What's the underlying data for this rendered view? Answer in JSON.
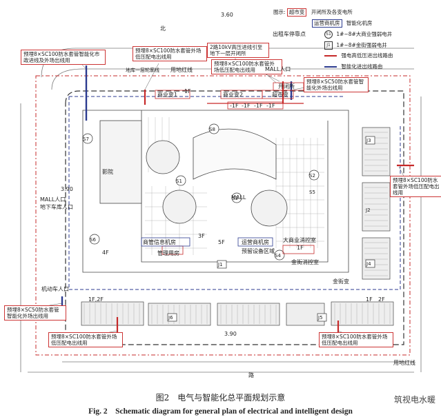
{
  "legend": {
    "title": "图示:",
    "items": [
      {
        "box": "超市变",
        "text": "开闭所及各变电所",
        "kind": "box-red"
      },
      {
        "box": "运营商机房",
        "text": "智能化机房",
        "kind": "box-blue"
      },
      {
        "mark": "S1",
        "text": "1#~8#大商业强弱电井",
        "kind": "circle"
      },
      {
        "mark": "J1",
        "text": "1#~8#金街强弱电井",
        "kind": "square"
      },
      {
        "text": "强电高低压进出线路由",
        "kind": "line-red"
      },
      {
        "text": "智能化进出线路由",
        "kind": "line-blue"
      }
    ]
  },
  "labels": {
    "north_elev": "3.60",
    "south_elev": "3.90",
    "west_elev": "3.90",
    "parking_entrance_top": "出租车停靠点",
    "mall_entrance_top": "MALL人口",
    "north_road": "北",
    "south_road": "路",
    "land_redline_top": "用地红线",
    "land_redline_bottom": "用地红线",
    "substation_business1": "商业变1",
    "substation_business2": "商业变2",
    "substation_supermarket": "超市变",
    "switch_station": "开闭所",
    "floor_1f_a": "-1F",
    "floor_1f_b": "-1F",
    "floor_1f_c": "-1F",
    "floor_1f_d": "-1F",
    "floor_1f_e": "1F",
    "property_room": "商管信息机房",
    "operator_room": "运营商机房",
    "management_room": "管理用房",
    "reserved_equipment": "预留设备区域",
    "fire_control_room": "大商业消控室",
    "gold_street_fire_control": "金街消控室",
    "gold_street_substation": "金街变",
    "mall_west": "MALL人口",
    "parking_west": "地下车库人口",
    "motor_west": "机动车人口",
    "cinema": "影院",
    "mall_center": "MALL",
    "floor_3f": "3F",
    "floor_5f": "5F",
    "floor_4f": "4F",
    "floor_1f_west": "1F",
    "floor_2f_west": "1F,2F",
    "floor_1f_s": "1F",
    "floor_2f_s": "2F"
  },
  "wells": {
    "S1": "S1",
    "S2": "S2",
    "S3": "S3",
    "S4": "S4",
    "S5": "S5",
    "S6": "S6",
    "S7": "S7",
    "S8": "S8",
    "J1": "J1",
    "J2": "J2",
    "J3": "J3",
    "J4": "J4",
    "J5": "J5",
    "J6": "J6"
  },
  "callouts": {
    "nw": "预埋8×SC100防水套管智能化市政进线及外场出线用",
    "n1": "预埋8×SC100防水套管外场低压配电出线用",
    "n2": "2路10kV高压进线引至地下一层开闭所",
    "n3": "预埋8×SC100防水套管外场低压配电出线用",
    "ne": "预埋8×SC50防水套管智能化外场出线用",
    "e": "预埋8×SC100防水套管外场低压配电出线用",
    "w": "预埋8×SC50防水套管智能化外场出线用",
    "sw": "预埋8×SC100防水套管外场低压配电出线用",
    "se": "预埋8×SC100防水套管外场低压配电出线用",
    "redline_label_top": "地库一层轮廓线"
  },
  "caption": {
    "cn": "图2　电气与智能化总平面规划示意",
    "en": "Fig. 2　Schematic diagram for general plan of electrical and intelligent design"
  },
  "watermark": "筑视电水暖",
  "colors": {
    "red": "#c62828",
    "blue": "#2b3a8f",
    "line": "#555555",
    "grid": "#888888"
  }
}
